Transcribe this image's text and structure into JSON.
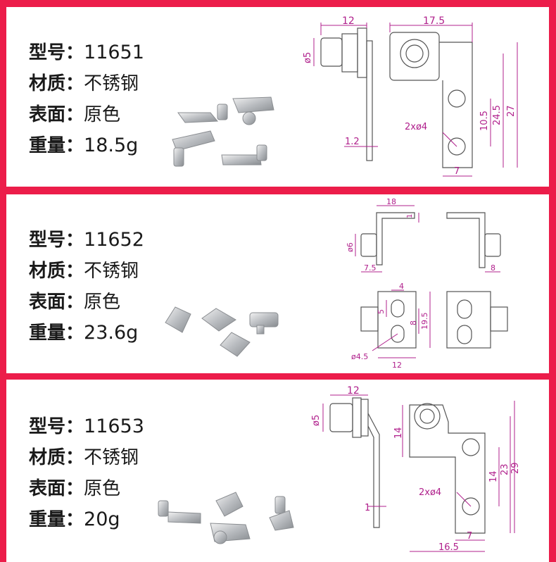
{
  "products": [
    {
      "model_label": "型号：",
      "model": "11651",
      "material_label": "材质：",
      "material": "不锈钢",
      "finish_label": "表面：",
      "finish": "原色",
      "weight_label": "重量：",
      "weight": "18.5g",
      "dims": {
        "a": "12",
        "b": "17.5",
        "c": "ø5",
        "d": "10.5",
        "e": "24.5",
        "f": "27",
        "g": "2xø4",
        "h": "1.2",
        "i": "7"
      }
    },
    {
      "model_label": "型号：",
      "model": "11652",
      "material_label": "材质：",
      "material": "不锈钢",
      "finish_label": "表面：",
      "finish": "原色",
      "weight_label": "重量：",
      "weight": "23.6g",
      "dims": {
        "a": "18",
        "b": "1",
        "c": "ø6",
        "d": "7.5",
        "e": "8",
        "f": "4",
        "g": "5",
        "h": "8",
        "i": "19.5",
        "j": "ø4.5",
        "k": "12"
      }
    },
    {
      "model_label": "型号：",
      "model": "11653",
      "material_label": "材质：",
      "material": "不锈钢",
      "finish_label": "表面：",
      "finish": "原色",
      "weight_label": "重量：",
      "weight": "20g",
      "dims": {
        "a": "12",
        "b": "ø5",
        "c": "14",
        "d": "14",
        "e": "23",
        "f": "29",
        "g": "2xø4",
        "h": "1",
        "i": "7",
        "j": "16.5"
      }
    }
  ],
  "colors": {
    "background": "#ec1d4a",
    "panel": "#ffffff",
    "dimension": "#b0208c",
    "outline": "#555555"
  }
}
